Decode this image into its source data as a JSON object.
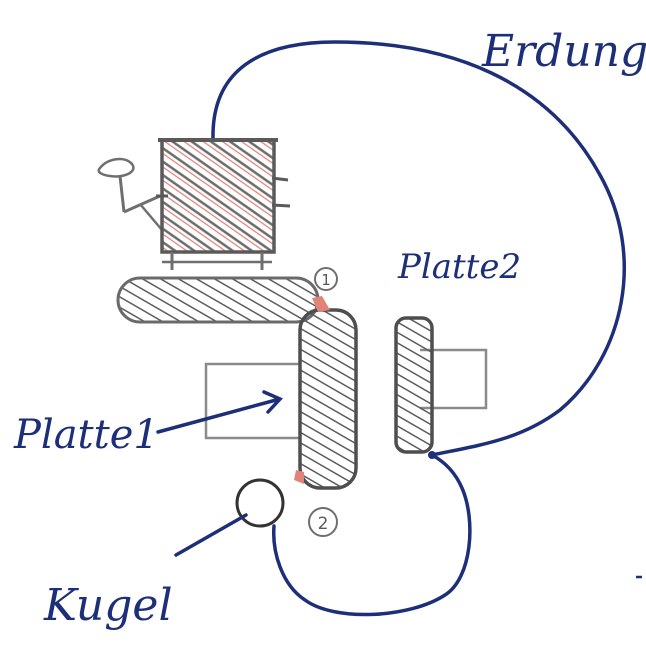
{
  "labels": {
    "erdung": "Erdung",
    "platte2": "Platte2",
    "platte1": "Platte1",
    "kugel": "Kugel",
    "marker1": "1",
    "marker2": "2"
  },
  "colors": {
    "ink_blue": "#1d2f78",
    "pencil_grey": "#6f6f6f",
    "hatch_grey": "#5c5c5c",
    "highlight_red": "#e0847a",
    "paper": "#ffffff"
  }
}
